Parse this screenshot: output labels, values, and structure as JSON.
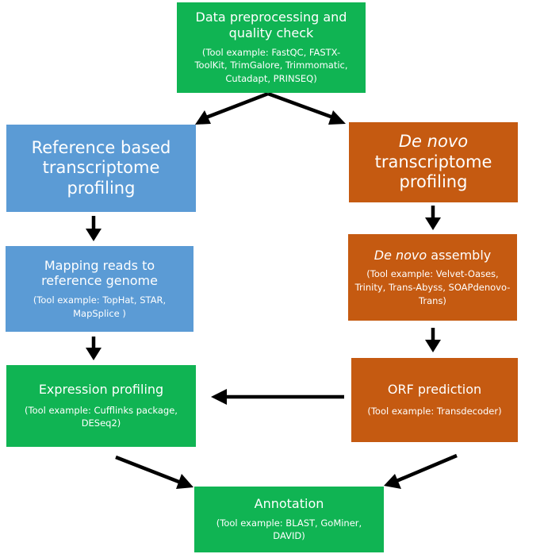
{
  "colors": {
    "green": "#10b453",
    "blue": "#5b9bd5",
    "orange": "#c55a11",
    "arrow": "#000000",
    "text": "#ffffff"
  },
  "preprocessing": {
    "title_line1": "Data preprocessing  and",
    "title_line2": "quality check",
    "tool_line1": "(Tool example: FastQC, FASTX-",
    "tool_line2": "ToolKit, TrimGalore, Trimmomatic,",
    "tool_line3": "Cutadapt, PRINSEQ)"
  },
  "reference_based": {
    "line1": "Reference based",
    "line2": "transcriptome",
    "line3": "profiling"
  },
  "de_novo_profiling": {
    "line1": "De novo",
    "line2": "transcriptome",
    "line3": "profiling"
  },
  "mapping": {
    "title_line1": "Mapping reads to",
    "title_line2": "reference  genome",
    "tool_line1": "(Tool example: TopHat, STAR,",
    "tool_line2": "MapSplice )"
  },
  "de_novo_assembly": {
    "title_italic": "De novo",
    "title_rest": " assembly",
    "tool_line1": "(Tool example: Velvet-Oases,",
    "tool_line2": "Trinity, Trans-Abyss, SOAPdenovo-",
    "tool_line3": "Trans)"
  },
  "expression": {
    "title": "Expression  profiling",
    "tool_line1": "(Tool example: Cufflinks package,",
    "tool_line2": "DESeq2)"
  },
  "orf": {
    "title": "ORF prediction",
    "tool_line1": "(Tool example: Transdecoder)"
  },
  "annotation": {
    "title": "Annotation",
    "tool_line1": "(Tool example: BLAST, GoMiner,",
    "tool_line2": "DAVID)"
  }
}
